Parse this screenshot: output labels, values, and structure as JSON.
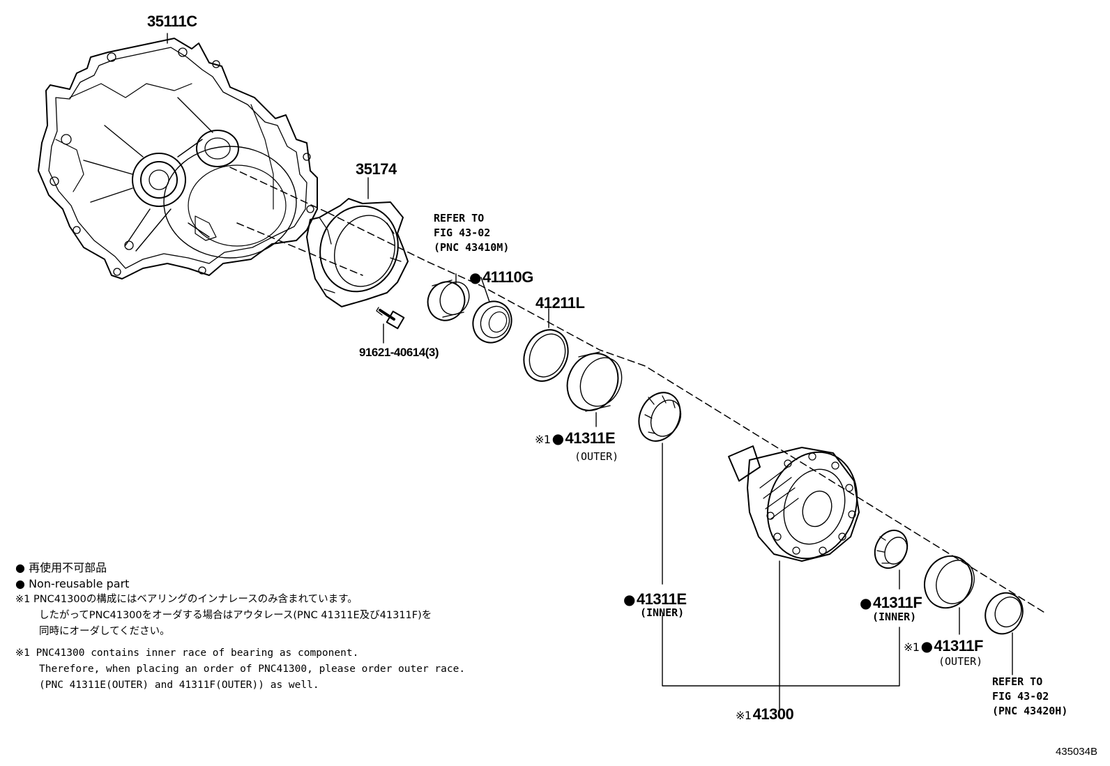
{
  "figure_id": "435034B",
  "parts": {
    "p35111c": "35111C",
    "p35174": "35174",
    "p91621": "91621-40614(3)",
    "p41110g": "41110G",
    "p41211l": "41211L",
    "p41311e_outer": "41311E",
    "p41311e_outer_sub": "(OUTER)",
    "p41311e_inner": "41311E",
    "p41311e_inner_sub": "(INNER)",
    "p41311f_inner": "41311F",
    "p41311f_inner_sub": "(INNER)",
    "p41311f_outer": "41311F",
    "p41311f_outer_sub": "(OUTER)",
    "p41300": "41300"
  },
  "refs": {
    "ref1": [
      "REFER TO",
      "FIG 43-02",
      "(PNC 43410M)"
    ],
    "ref2": [
      "REFER TO",
      "FIG 43-02",
      "(PNC 43420H)"
    ]
  },
  "marks": {
    "non_reusable": "●",
    "note1": "※1"
  },
  "legend": {
    "jp_non_reusable": "再使用不可部品",
    "en_non_reusable": "Non-reusable part",
    "jp_note_1": "PNC41300の構成にはベアリングのインナレースのみ含まれています。",
    "jp_note_2": "したがってPNC41300をオーダする場合はアウタレース(PNC 41311E及び41311F)を",
    "jp_note_3": "同時にオーダしてください。",
    "en_note_1": "PNC41300 contains inner race of bearing as component.",
    "en_note_2": "Therefore, when placing an order of PNC41300, please order outer race.",
    "en_note_3": "(PNC 41311E(OUTER) and 41311F(OUTER)) as well."
  }
}
